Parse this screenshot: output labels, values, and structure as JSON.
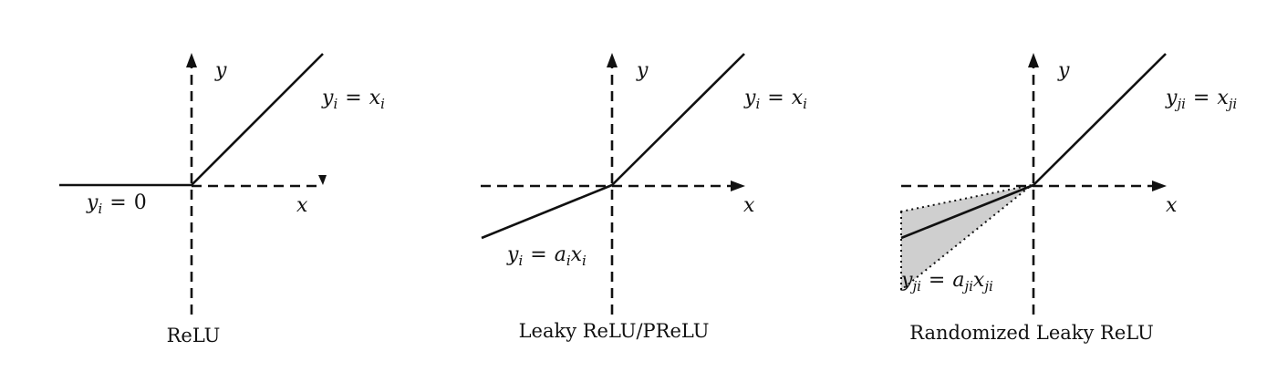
{
  "panels": [
    {
      "caption": "ReLU",
      "axis_labels": {
        "x": "x",
        "y": "y"
      },
      "equations": {
        "positive": {
          "lhs": "y",
          "lhs_sub": "i",
          "eq": "=",
          "rhs": "x",
          "rhs_sub": "i"
        },
        "negative": {
          "lhs": "y",
          "lhs_sub": "i",
          "eq": "=",
          "rhs": "0"
        }
      }
    },
    {
      "caption": "Leaky ReLU/PReLU",
      "axis_labels": {
        "x": "x",
        "y": "y"
      },
      "equations": {
        "positive": {
          "lhs": "y",
          "lhs_sub": "i",
          "eq": "=",
          "rhs": "x",
          "rhs_sub": "i"
        },
        "negative": {
          "lhs": "y",
          "lhs_sub": "i",
          "eq": "=",
          "coef": "a",
          "coef_sub": "i",
          "rhs": "x",
          "rhs_sub": "i"
        }
      }
    },
    {
      "caption": "Randomized Leaky ReLU",
      "axis_labels": {
        "x": "x",
        "y": "y"
      },
      "equations": {
        "positive": {
          "lhs": "y",
          "lhs_sub": "ji",
          "eq": "=",
          "rhs": "x",
          "rhs_sub": "ji"
        },
        "negative": {
          "lhs": "y",
          "lhs_sub": "ji",
          "eq": "=",
          "coef": "a",
          "coef_sub": "ji",
          "rhs": "x",
          "rhs_sub": "ji"
        }
      }
    }
  ]
}
